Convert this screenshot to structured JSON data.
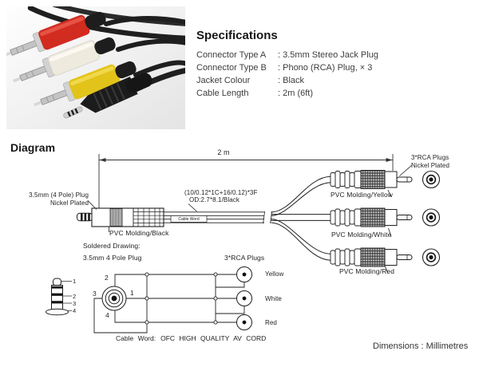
{
  "photo": {
    "name": "product-photo-3.5mm-jack-to-3-rca-cable"
  },
  "specifications": {
    "title": "Specifications",
    "rows": [
      {
        "label": "Connector Type A",
        "value": ": 3.5mm Stereo Jack Plug"
      },
      {
        "label": "Connector Type B",
        "value": ": Phono (RCA) Plug, × 3"
      },
      {
        "label": "Jacket Colour",
        "value": ": Black"
      },
      {
        "label": "Cable Length",
        "value": ": 2m (6ft)"
      }
    ]
  },
  "diagram": {
    "title": "Diagram",
    "dimension_label": "2 m",
    "jack_label_line1": "3.5mm (4 Pole) Plug",
    "jack_label_line2": "Nickel Plated",
    "cable_spec_line1": "(10/0.12*1C+16/0.12)*3F",
    "cable_spec_line2": "OD:2.7*8.1/Black",
    "pvc_black": "PVC Molding/Black",
    "pvc_yellow": "PVC Molding/Yellow",
    "pvc_white": "PVC Molding/White",
    "pvc_red": "PVC Molding/Red",
    "rca_label_line1": "3*RCA Plugs",
    "rca_label_line2": "Nickel Plated",
    "cable_word_tag": "Cable Word",
    "soldered": {
      "title": "Soldered Drawing:",
      "subtitle": "3.5mm 4 Pole Plug",
      "rca_plugs_label": "3*RCA Plugs",
      "pins": [
        "1",
        "2",
        "3",
        "4"
      ],
      "wire_colors": [
        "Yellow",
        "White",
        "Red"
      ],
      "cable_word_label": "Cable Word:",
      "cable_word_value": "OFC HIGH QUALITY AV CORD"
    },
    "dimensions_note": "Dimensions : Millimetres",
    "colors": {
      "line": "#1f1f1f",
      "knurl": "#6b6b6b",
      "gray_segment": "#ababab"
    }
  }
}
